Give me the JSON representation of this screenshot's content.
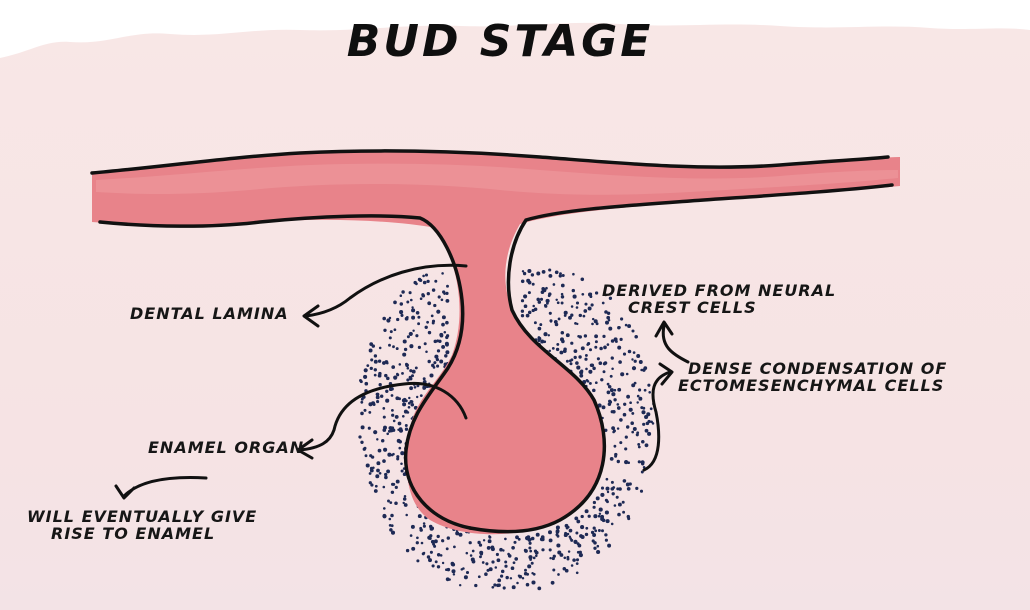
{
  "title": "BUD STAGE",
  "labels": {
    "dental_lamina": "DENTAL LAMINA",
    "enamel_organ": "ENAMEL ORGAN",
    "enamel_note_line1": "WILL EVENTUALLY GIVE",
    "enamel_note_line2": "RISE TO ENAMEL",
    "neural_crest_line1": "DERIVED FROM NEURAL",
    "neural_crest_line2": "CREST CELLS",
    "condensation_line1": "DENSE CONDENSATION OF",
    "condensation_line2": "ECTOMESENCHYMAL CELLS"
  },
  "colors": {
    "background_top": "#f8e7e6",
    "background_bottom": "#f5e4e6",
    "tissue_fill": "#e8838a",
    "tissue_highlight": "#ef9ca1",
    "outline": "#111111",
    "cell_dots": "#1e2a55",
    "text": "#161616"
  }
}
